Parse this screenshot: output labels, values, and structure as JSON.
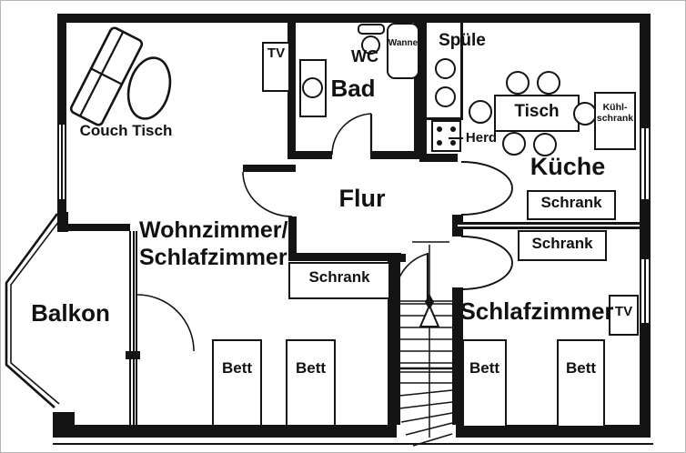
{
  "plan": {
    "rooms": {
      "wohnzimmer_line1": "Wohnzimmer/",
      "wohnzimmer_line2": "Schlafzimmer",
      "balkon": "Balkon",
      "flur": "Flur",
      "bad": "Bad",
      "kueche": "Küche",
      "schlafzimmer": "Schlafzimmer"
    },
    "furniture": {
      "couch_tisch": "Couch Tisch",
      "tv": "TV",
      "wc": "WC",
      "wanne": "Wanne",
      "spuele": "Spüle",
      "tisch": "Tisch",
      "herd": "Herd",
      "kuehlschrank_line1": "Kühl-",
      "kuehlschrank_line2": "schrank",
      "schrank": "Schrank",
      "bett": "Bett"
    },
    "colors": {
      "wall": "#141414",
      "floor": "#ffffff"
    }
  }
}
